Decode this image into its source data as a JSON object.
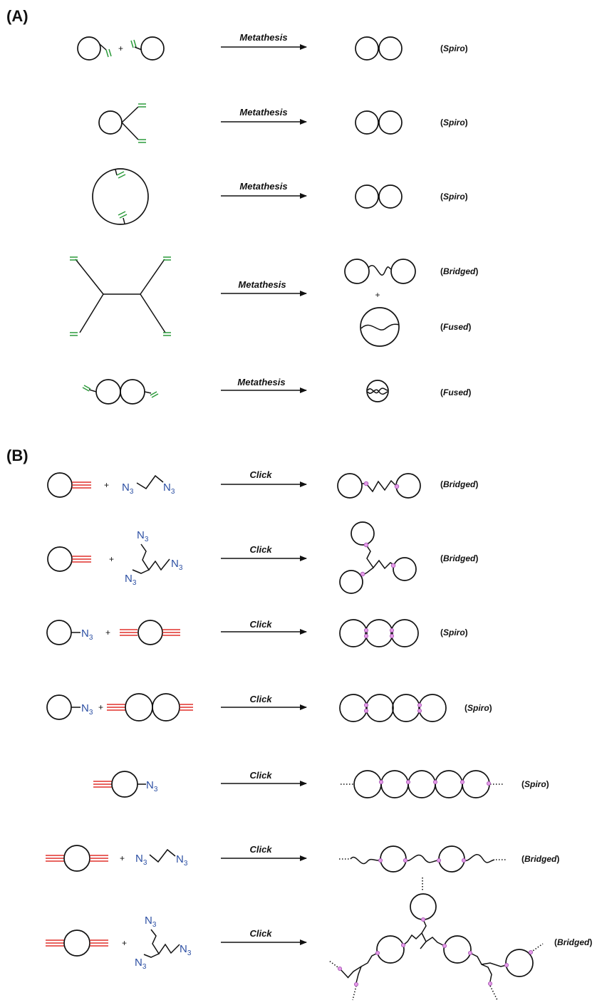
{
  "panels": {
    "a": {
      "label": "(A)"
    },
    "b": {
      "label": "(B)"
    }
  },
  "reactions": {
    "metathesis": "Metathesis",
    "click": "Click"
  },
  "labels": {
    "plus": "+",
    "azide_main": "N",
    "azide_sub": "3"
  },
  "types": {
    "spiro": {
      "open": "(",
      "word": "Spiro",
      "close": ")"
    },
    "bridged": {
      "open": "(",
      "word": "Bridged",
      "close": ")"
    },
    "fused": {
      "open": "(",
      "word": "Fused",
      "close": ")"
    }
  },
  "colors": {
    "alkene": "#2b9a3a",
    "alkyne": "#e0302c",
    "azide": "#2c4fa3",
    "triazole": "#e59be8"
  }
}
